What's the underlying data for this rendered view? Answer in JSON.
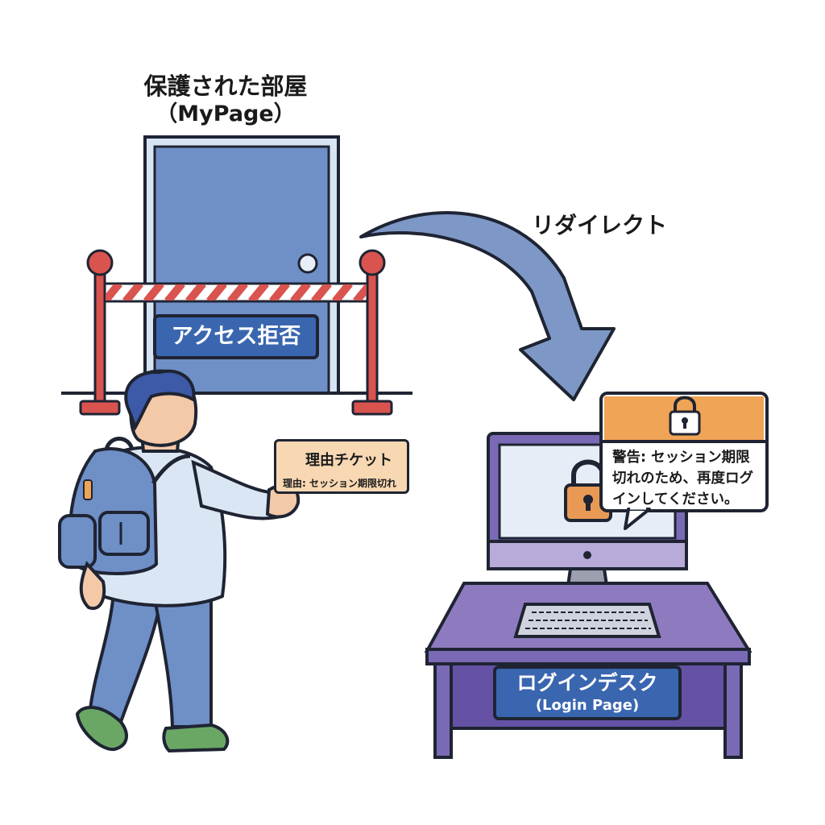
{
  "room": {
    "title": "保護された部屋",
    "subtitle": "（MyPage）"
  },
  "door_sign": {
    "label": "アクセス拒否"
  },
  "redirect": {
    "label": "リダイレクト"
  },
  "ticket": {
    "title": "理由チケット",
    "reason": "理由: セッション期限切れ",
    "icon": "clock-icon"
  },
  "warning": {
    "icon": "lock-icon",
    "lines": [
      "警告: セッション期限",
      "切れのため、再度ログ",
      "インしてください。"
    ]
  },
  "desk_sign": {
    "title": "ログインデスク",
    "subtitle": "(Login Page)"
  },
  "colors": {
    "door": "#6f8fc7",
    "barrier": "#d9534f",
    "sign_blue": "#3a66b0",
    "arrow": "#7d98c6",
    "desk": "#8e7bbf",
    "monitor": "#7a6ab5",
    "warning_header": "#f0a455",
    "ticket": "#f7d8b3",
    "padlock": "#e89a55",
    "outline": "#1f2433"
  }
}
